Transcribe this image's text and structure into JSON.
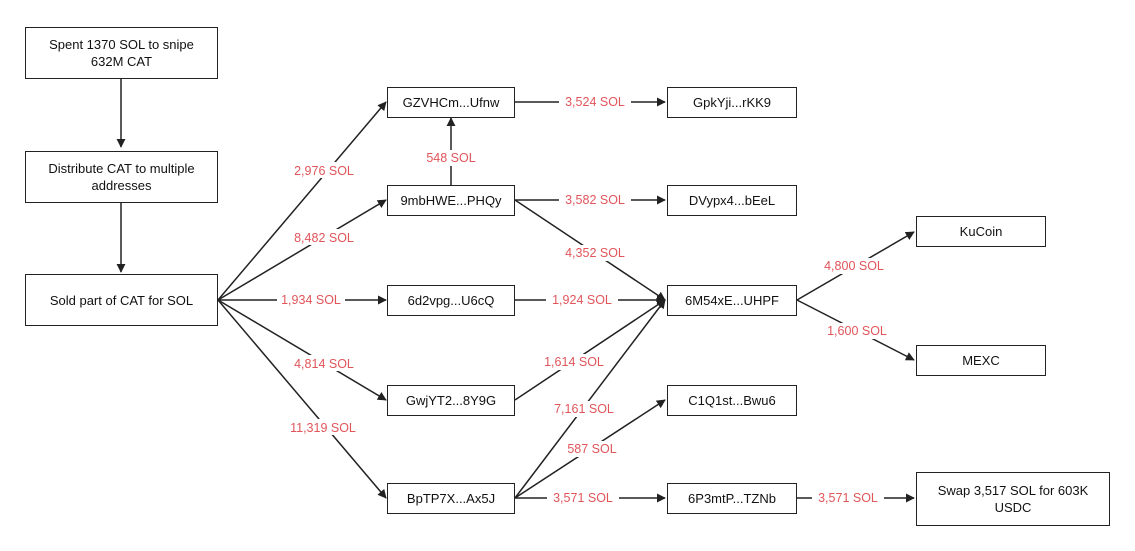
{
  "nodes": {
    "spent": "Spent 1370 SOL to snipe 632M CAT",
    "distribute": "Distribute CAT to multiple addresses",
    "sold": "Sold part of CAT for SOL",
    "gzvhcm": "GZVHCm...Ufnw",
    "mbhwe": "9mbHWE...PHQy",
    "d2vpg": "6d2vpg...U6cQ",
    "gwjyt2": "GwjYT2...8Y9G",
    "bptp7x": "BpTP7X...Ax5J",
    "gpkyji": "GpkYji...rKK9",
    "dvypx4": "DVypx4...bEeL",
    "m54xe": "6M54xE...UHPF",
    "c1q1st": "C1Q1st...Bwu6",
    "p3mtp": "6P3mtP...TZNb",
    "kucoin": "KuCoin",
    "mexc": "MEXC",
    "swap": "Swap 3,517 SOL for 603K USDC"
  },
  "edges": {
    "sold_gzvhcm": "2,976 SOL",
    "sold_mbhwe": "8,482 SOL",
    "sold_d2vpg": "1,934 SOL",
    "sold_gwjyt2": "4,814 SOL",
    "sold_bptp7x": "11,319 SOL",
    "mbhwe_gzvhcm": "548 SOL",
    "gzvhcm_gpkyji": "3,524 SOL",
    "mbhwe_dvypx4": "3,582 SOL",
    "mbhwe_m54xe": "4,352 SOL",
    "d2vpg_m54xe": "1,924 SOL",
    "gwjyt2_m54xe": "1,614 SOL",
    "bptp7x_m54xe": "7,161 SOL",
    "bptp7x_c1q1st": "587 SOL",
    "bptp7x_p3mtp": "3,571 SOL",
    "p3mtp_swap": "3,571 SOL",
    "m54xe_kucoin": "4,800 SOL",
    "m54xe_mexc": "1,600 SOL"
  },
  "colors": {
    "edge_label": "#e0555a",
    "line": "#222222",
    "node_border": "#222222"
  }
}
